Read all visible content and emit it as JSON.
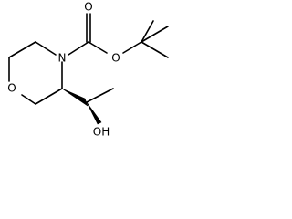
{
  "molecule": {
    "atoms": {
      "n": "N",
      "o_ring": "O",
      "o_carbonyl": "O",
      "o_ester": "O",
      "oh": "OH"
    }
  }
}
